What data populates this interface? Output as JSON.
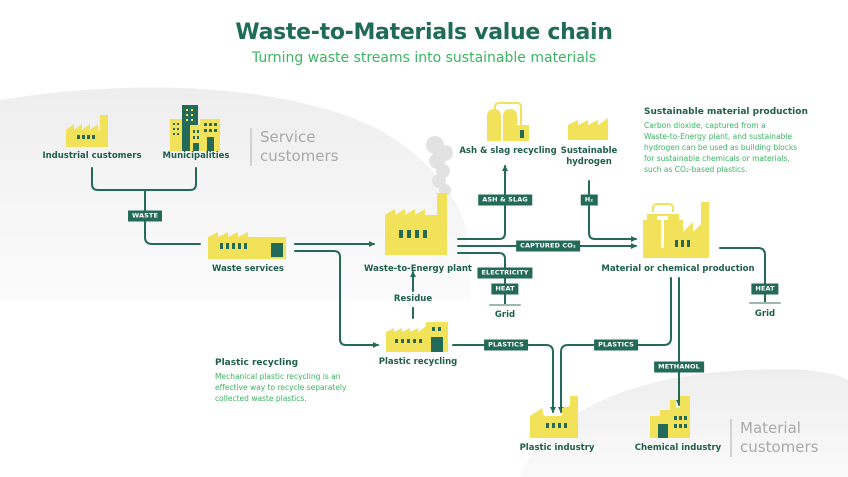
{
  "header": {
    "title": "Waste-to-Materials value chain",
    "subtitle": "Turning waste streams into sustainable materials"
  },
  "colors": {
    "primary_green": "#236b58",
    "accent_green": "#3cb563",
    "yellow": "#f2e25a",
    "grey_text": "#a9a9a9",
    "background_shape": "#f1f1f1"
  },
  "groups": {
    "service_customers": {
      "line1": "Service",
      "line2": "customers"
    },
    "material_customers": {
      "line1": "Material",
      "line2": "customers"
    }
  },
  "nodes": {
    "industrial_customers": {
      "label": "Industrial customers",
      "icon": "factory-icon"
    },
    "municipalities": {
      "label": "Municipalities",
      "icon": "buildings-icon"
    },
    "waste_services": {
      "label": "Waste services",
      "icon": "warehouse-icon"
    },
    "wte_plant": {
      "label": "Waste-to-Energy plant",
      "icon": "smoking-factory-icon"
    },
    "ash_slag_recycling": {
      "label": "Ash & slag recycling",
      "icon": "tanks-icon"
    },
    "sustainable_hydrogen": {
      "line1": "Sustainable",
      "line2": "hydrogen",
      "icon": "factory-roof-icon"
    },
    "material_production": {
      "label": "Material or chemical production",
      "icon": "chemical-plant-icon"
    },
    "plastic_recycling": {
      "label": "Plastic recycling",
      "icon": "recycling-factory-icon"
    },
    "plastic_industry": {
      "label": "Plastic industry",
      "icon": "factory-icon"
    },
    "chemical_industry": {
      "label": "Chemical industry",
      "icon": "factory-icon"
    },
    "grid_1": {
      "label": "Grid"
    },
    "grid_2": {
      "label": "Grid"
    },
    "residue": {
      "label": "Residue"
    }
  },
  "flows": {
    "waste": "WASTE",
    "ash_slag": "ASH & SLAG",
    "h2": "H₂",
    "captured_co2": "CAPTURED CO₂",
    "electricity": "ELECTRICITY",
    "heat_1": "HEAT",
    "heat_2": "HEAT",
    "plastics_1": "PLASTICS",
    "plastics_2": "PLASTICS",
    "methanol": "METHANOL"
  },
  "notes": {
    "sustainable_material": {
      "title": "Sustainable material production",
      "lines": [
        "Carbon dioxide, captured from a",
        "Waste-to-Energy plant, and sustainable",
        "hydrogen can be used as building blocks",
        "for sustainable chemicals or materials,",
        "such as CO₂-based plastics."
      ]
    },
    "plastic_recycling": {
      "title": "Plastic recycling",
      "lines": [
        "Mechanical plastic recycling is an",
        "effective way to recycle separately",
        "collected waste plastics."
      ]
    }
  }
}
